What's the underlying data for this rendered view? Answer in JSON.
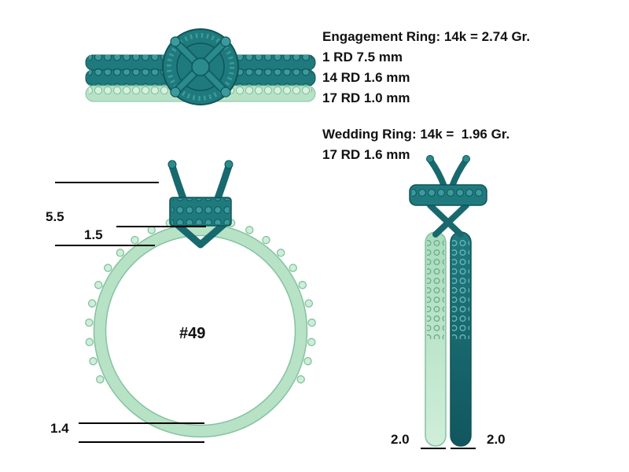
{
  "colors": {
    "teal": "#1f7a7d",
    "teal_dark": "#0f5558",
    "teal_light": "#3d9a9c",
    "mint": "#b7e2c6",
    "mint_dark": "#85c2a0",
    "mint_light": "#d6f0e0",
    "text": "#111111",
    "background": "#ffffff"
  },
  "specs": {
    "engagement_title": "Engagement Ring: 14k = 2.74 Gr.",
    "engagement_lines": [
      "1 RD 7.5 mm",
      "14 RD 1.6 mm",
      "17 RD 1.0 mm"
    ],
    "wedding_title": "Wedding Ring: 14k =  1.96 Gr.",
    "wedding_lines": [
      "17 RD 1.6 mm"
    ]
  },
  "annotations": {
    "head_height": "5.5",
    "shank_top_thickness": "1.5",
    "shank_bottom_thickness": "1.4",
    "band_width_left": "2.0",
    "band_width_right": "2.0",
    "ring_size": "#49"
  }
}
